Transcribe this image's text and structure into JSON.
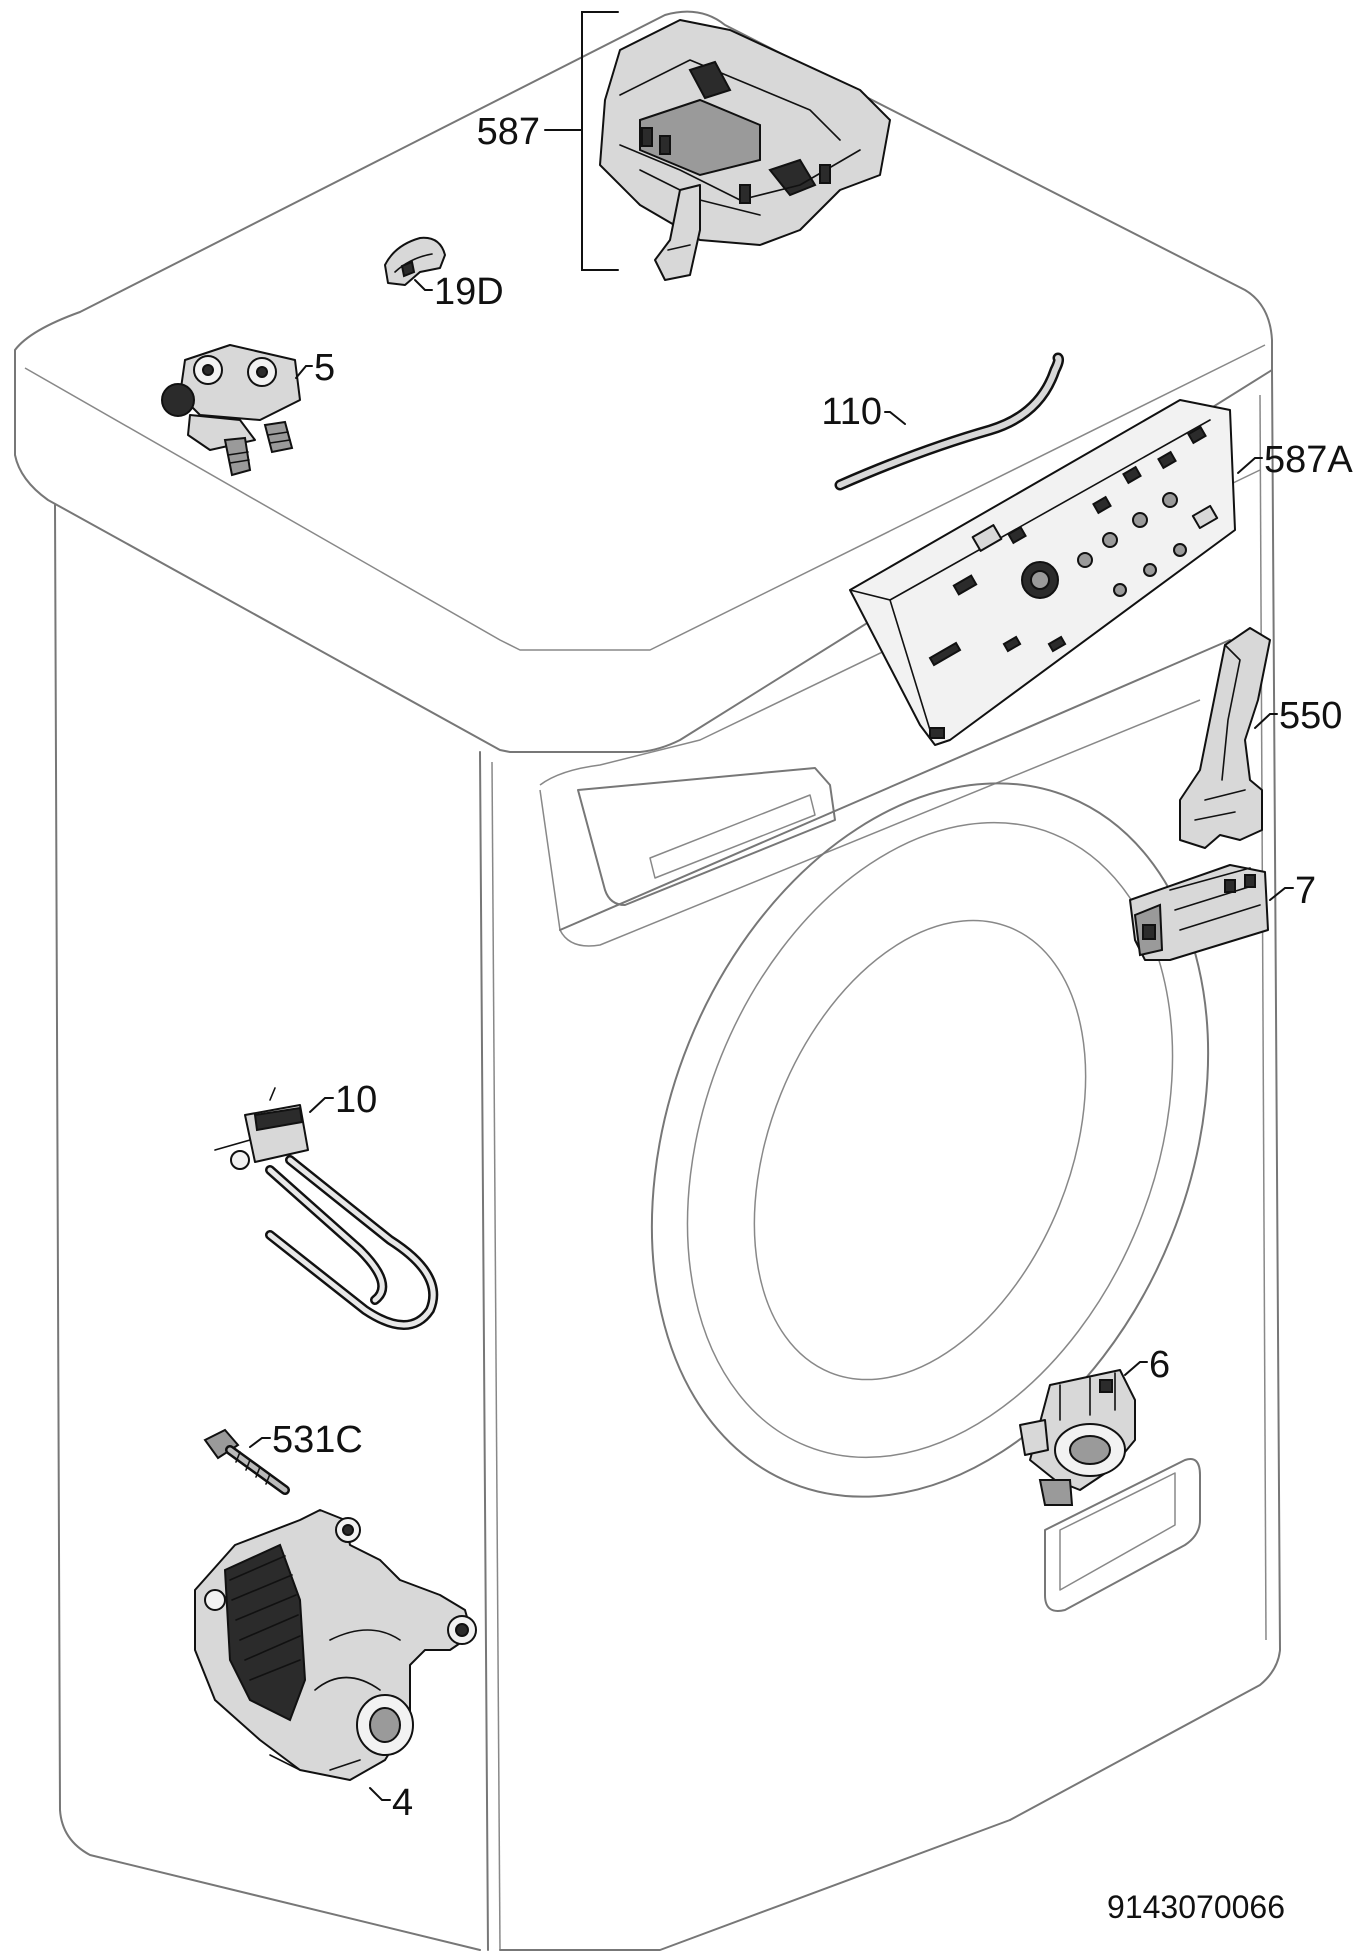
{
  "callouts": {
    "c587": "587",
    "c19D": "19D",
    "c5": "5",
    "c110": "110",
    "c587A": "587A",
    "c550": "550",
    "c7": "7",
    "c10": "10",
    "c6": "6",
    "c531C": "531C",
    "c4": "4"
  },
  "document_number": "9143070066"
}
